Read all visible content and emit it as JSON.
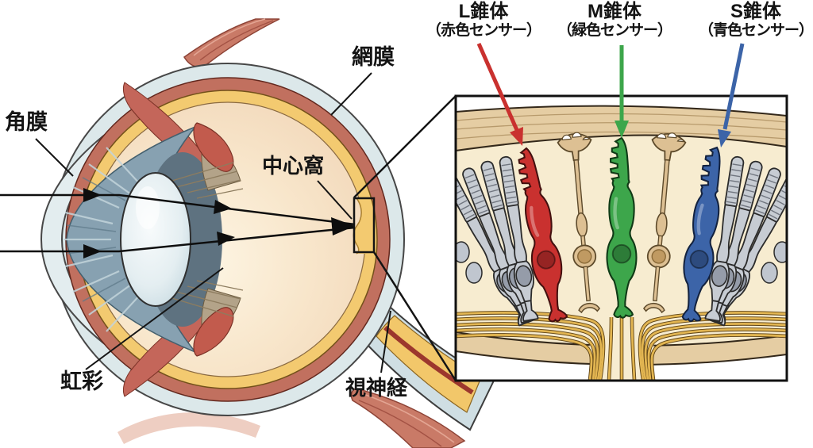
{
  "figure": {
    "type": "anatomy-diagram",
    "subject": "Human eye cross-section with magnified fovea/retina inset showing cone photoreceptor cells"
  },
  "eye": {
    "labels": {
      "cornea": "角膜",
      "retina": "網膜",
      "fovea": "中心窩",
      "iris": "虹彩",
      "optic_nerve": "視神経"
    }
  },
  "cones": [
    {
      "name": "L錐体",
      "sensor": "（赤色センサー）",
      "color": "#c9312f"
    },
    {
      "name": "M錐体",
      "sensor": "（緑色センサー）",
      "color": "#3da64b"
    },
    {
      "name": "S錐体",
      "sensor": "（青色センサー）",
      "color": "#3c64a8"
    }
  ],
  "palette": {
    "sclera": "#dce8ea",
    "choroid": "#c1705f",
    "retina_layer": "#f3ca70",
    "vitreous": "#f6e0c4",
    "iris": "#87a1b1",
    "lens": "#e4eef1",
    "band_tan": "#e5cda3",
    "cell_tan": "#ddc093",
    "rod_gray": "#c7ccd3",
    "nerve_fiber": "#e2b551",
    "outline": "#141414"
  }
}
